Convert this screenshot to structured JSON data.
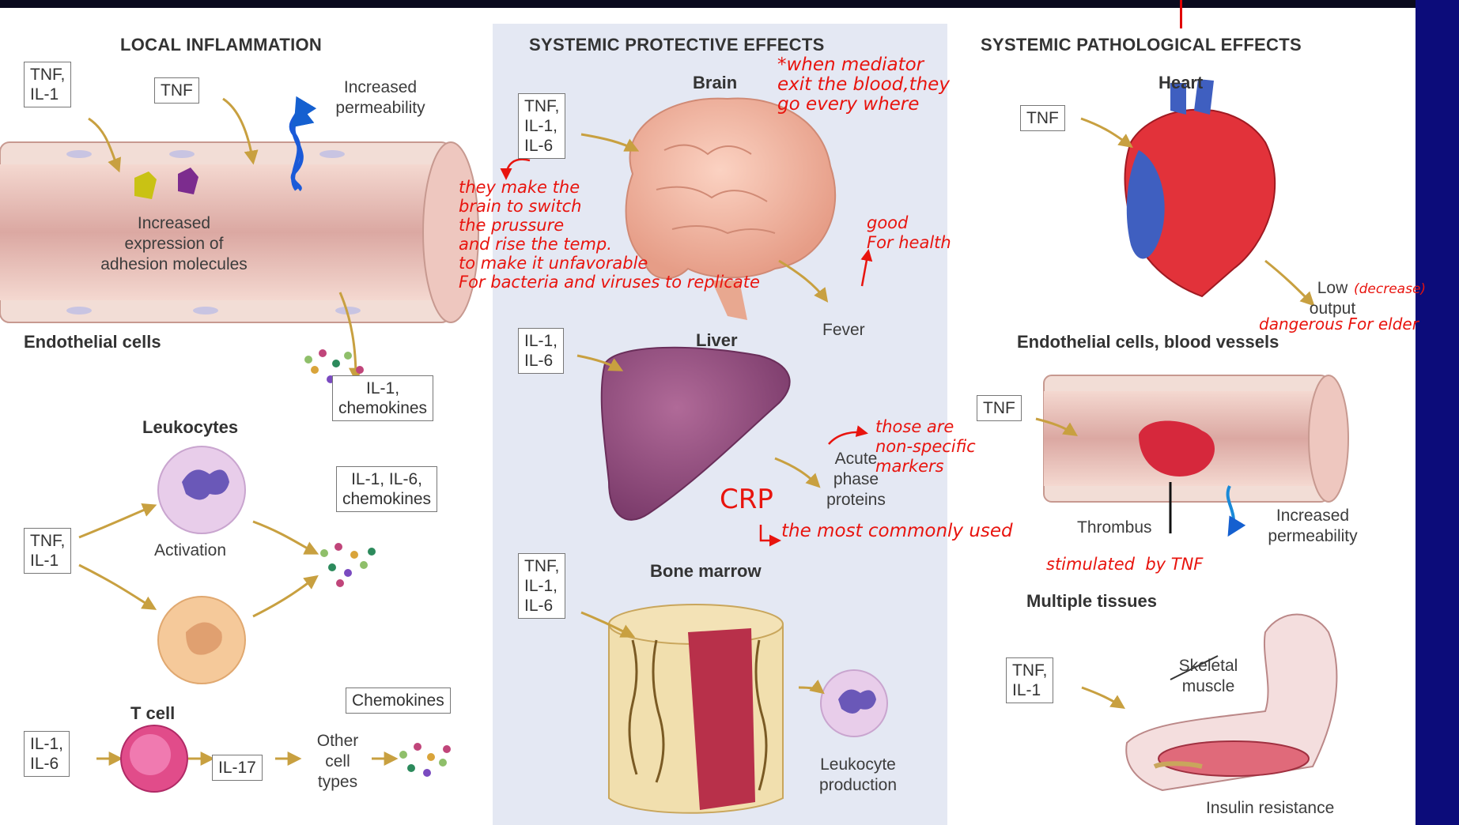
{
  "headers": {
    "local": "LOCAL INFLAMMATION",
    "protective": "SYSTEMIC PROTECTIVE EFFECTS",
    "pathological": "SYSTEMIC PATHOLOGICAL EFFECTS"
  },
  "local": {
    "box_tnf_il1": "TNF,\nIL-1",
    "box_tnf": "TNF",
    "increased_permeability": "Increased\npermeability",
    "adhesion": "Increased\nexpression of\nadhesion molecules",
    "endothelial_cells": "Endothelial cells",
    "box_il1_chemokines": "IL-1,\nchemokines",
    "leukocytes": "Leukocytes",
    "box_il1_il6_chemokines": "IL-1, IL-6,\nchemokines",
    "box_tnf_il1_left": "TNF,\nIL-1",
    "activation": "Activation",
    "t_cell": "T cell",
    "box_chemokines": "Chemokines",
    "box_il1_il6": "IL-1,\nIL-6",
    "box_il17": "IL-17",
    "other_cell_types": "Other\ncell\ntypes"
  },
  "protective": {
    "brain": "Brain",
    "box_brain": "TNF,\nIL-1,\nIL-6",
    "fever": "Fever",
    "liver": "Liver",
    "box_liver": "IL-1,\nIL-6",
    "acute_phase": "Acute\nphase\nproteins",
    "bone_marrow": "Bone marrow",
    "box_marrow": "TNF,\nIL-1,\nIL-6",
    "leukocyte_production": "Leukocyte\nproduction"
  },
  "pathological": {
    "heart": "Heart",
    "box_heart": "TNF",
    "low_output": "Low\noutput",
    "endothelial_vessels": "Endothelial cells, blood vessels",
    "box_endo": "TNF",
    "thrombus": "Thrombus",
    "increased_permeability": "Increased\npermeability",
    "multiple_tissues": "Multiple tissues",
    "box_tissues": "TNF,\nIL-1",
    "skeletal_muscle": "Skeletal\nmuscle",
    "insulin_resistance": "Insulin resistance"
  },
  "notes": {
    "mediator": "*when mediator\nexit the blood,they\ngo every where",
    "brain": "they make the\nbrain to switch\nthe prussure\nand rise the temp.\nto make it unfavorable\nFor bacteria and viruses to replicate",
    "good": "good\nFor health",
    "nonspecific": "those are\nnon-specific\nmarkers",
    "crp": "CRP",
    "crp_used": "the most commonly used",
    "decrease": "(decrease)",
    "elder": "dangerous For elder",
    "stimulated": "stimulated  by TNF"
  },
  "colors": {
    "annotation": "#e8140e",
    "arrow": "#c8a040",
    "vessel": "#e7b8b3",
    "slide_background": "#0a0a1e",
    "side_bar": "#0c0c7a"
  }
}
